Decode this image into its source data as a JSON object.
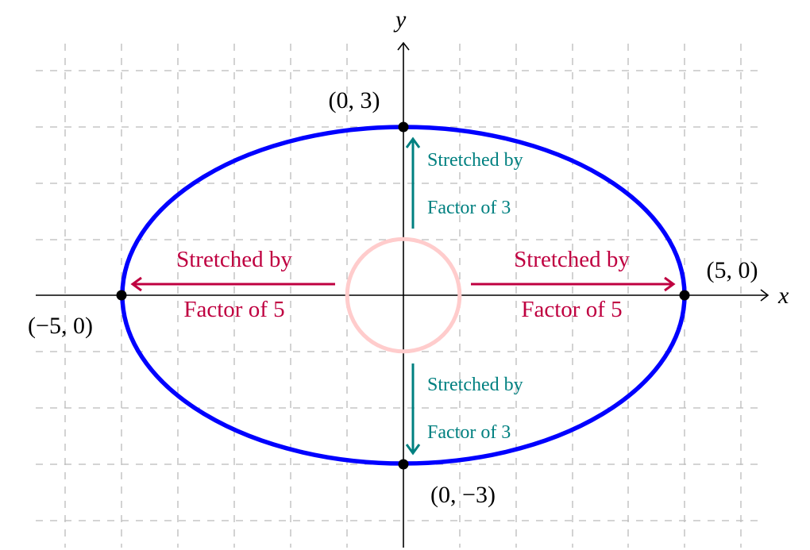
{
  "axes": {
    "x_label": "x",
    "y_label": "y"
  },
  "points": [
    {
      "label": "(0, 3)",
      "x": 0,
      "y": 3
    },
    {
      "label": "(5, 0)",
      "x": 5,
      "y": 0
    },
    {
      "label": "(−5, 0)",
      "x": -5,
      "y": 0
    },
    {
      "label": "(0, −3)",
      "x": 0,
      "y": -3
    }
  ],
  "ellipse": {
    "a": 5,
    "b": 3,
    "color": "#0000ff"
  },
  "unit_circle": {
    "r": 1,
    "color": "#ffcccc"
  },
  "annotations": {
    "horizontal": {
      "line1": "Stretched by",
      "line2": "Factor of 5",
      "color": "#bf0040"
    },
    "vertical": {
      "line1": "Stretched by",
      "line2": "Factor of 3",
      "color": "#008080"
    }
  }
}
